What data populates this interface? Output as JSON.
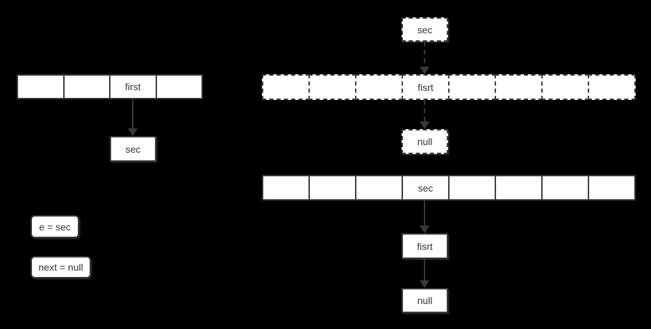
{
  "diagram": {
    "colors": {
      "background": "#000000",
      "node_fill": "#ffffff",
      "stroke": "#3a3a3a",
      "text": "#333333"
    },
    "left": {
      "array_cells": [
        "",
        "",
        "first",
        ""
      ],
      "sec_box_label": "sec",
      "note_e_label": "e = sec",
      "note_next_label": "next = null"
    },
    "right": {
      "sec_top_label": "sec",
      "dashed_array_cells": [
        "",
        "",
        "",
        "fisrt",
        "",
        "",
        "",
        ""
      ],
      "null_dashed_label": "null",
      "solid_array_cells": [
        "",
        "",
        "",
        "sec",
        "",
        "",
        "",
        ""
      ],
      "first_box_label": "fisrt",
      "null_box_label": "null"
    }
  }
}
